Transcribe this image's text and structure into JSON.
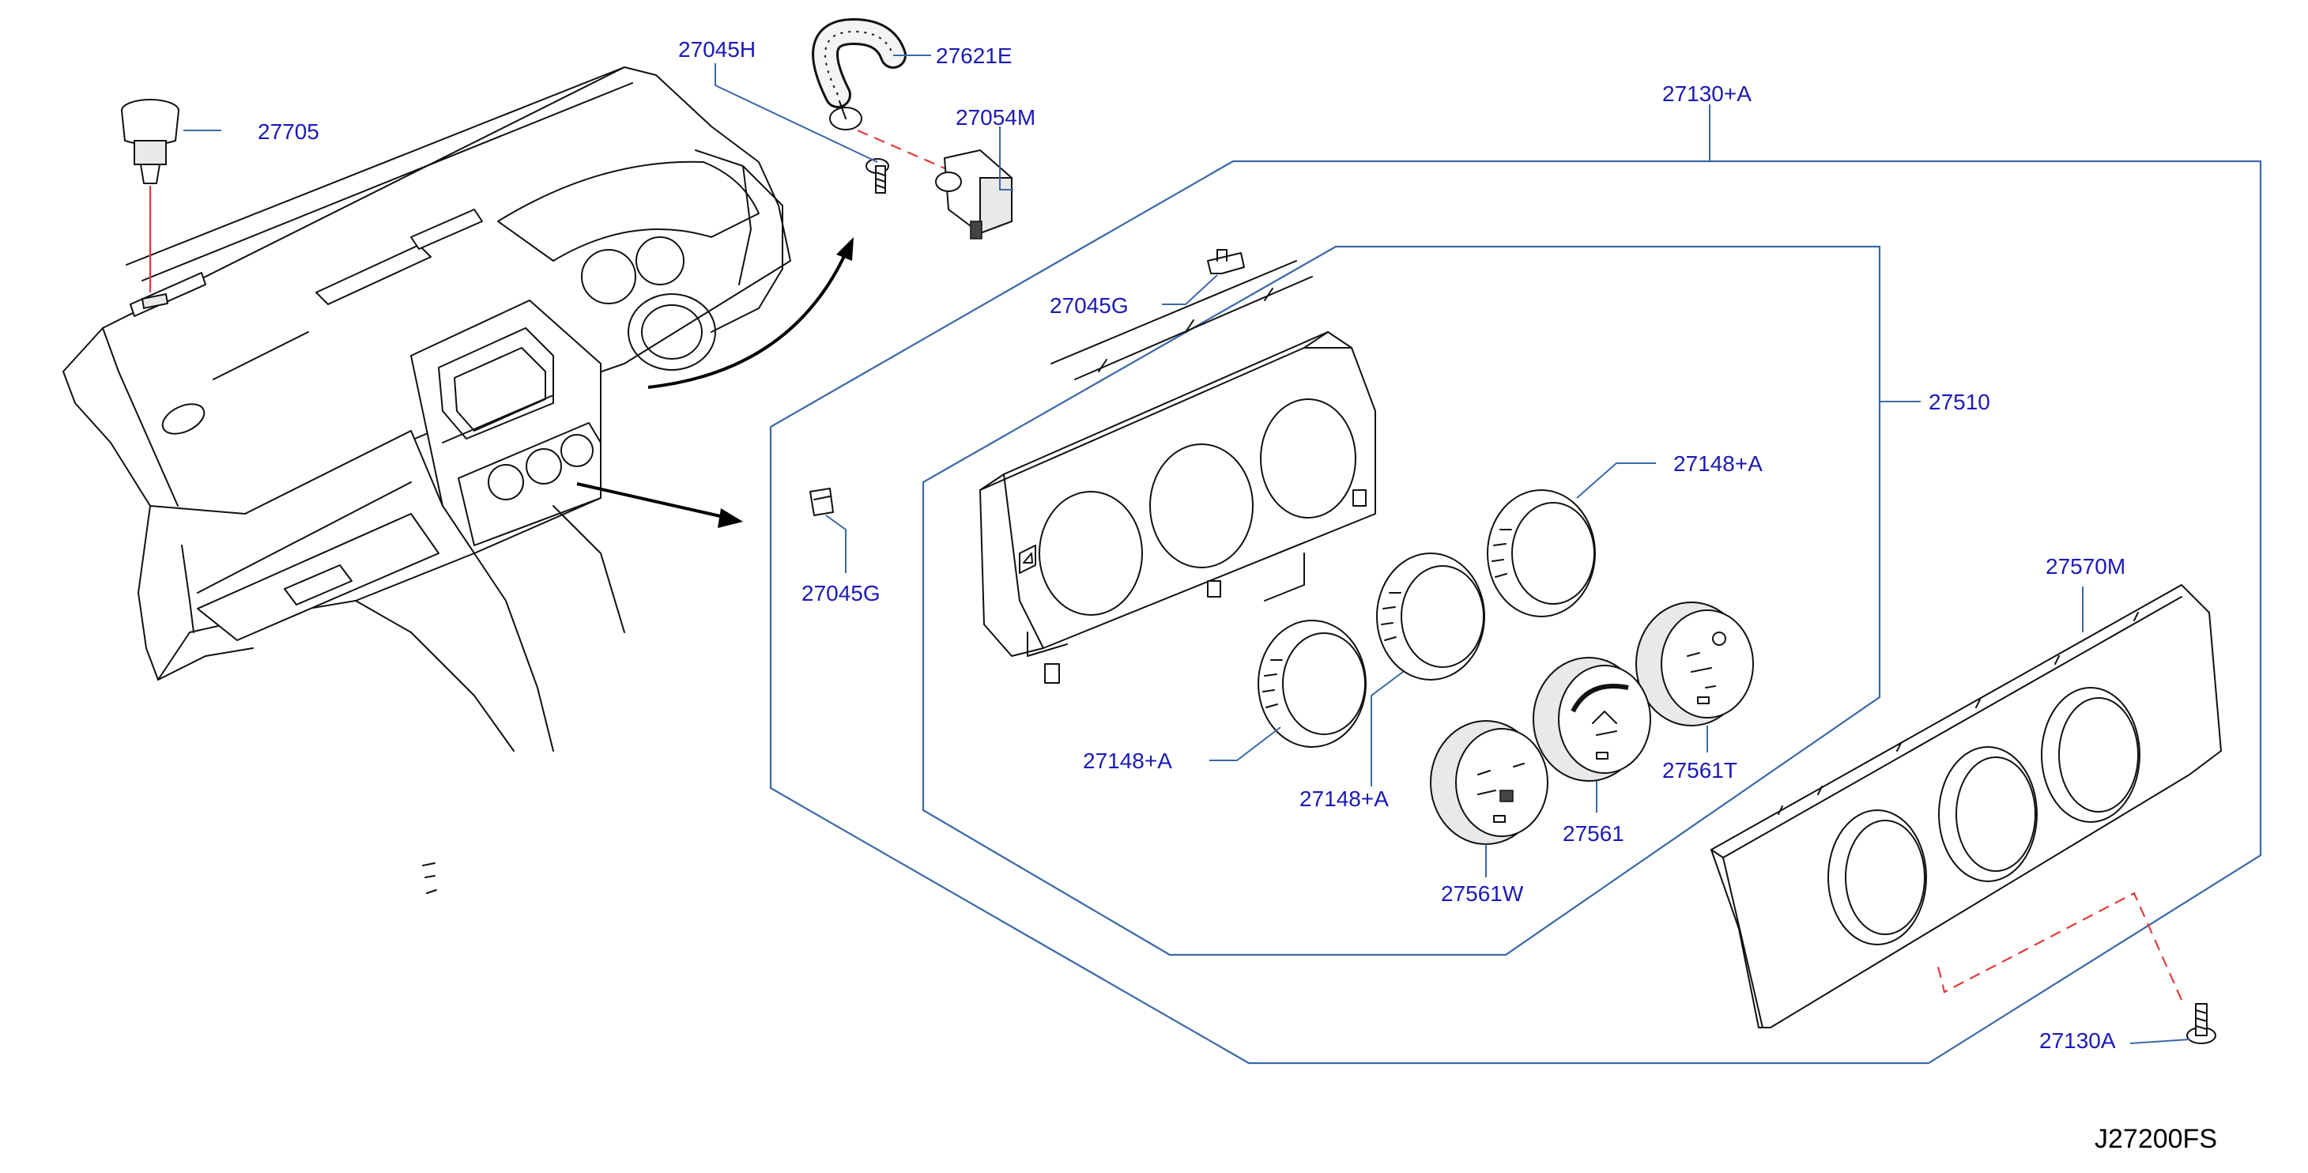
{
  "diagram": {
    "parts": [
      {
        "id": "p27705",
        "label": "27705"
      },
      {
        "id": "p27045H",
        "label": "27045H"
      },
      {
        "id": "p27621E",
        "label": "27621E"
      },
      {
        "id": "p27054M",
        "label": "27054M"
      },
      {
        "id": "p27130A_group",
        "label": "27130+A"
      },
      {
        "id": "p27045G_top",
        "label": "27045G"
      },
      {
        "id": "p27510",
        "label": "27510"
      },
      {
        "id": "p27148A_1",
        "label": "27148+A"
      },
      {
        "id": "p27045G_left",
        "label": "27045G"
      },
      {
        "id": "p27570M",
        "label": "27570M"
      },
      {
        "id": "p27148A_2",
        "label": "27148+A"
      },
      {
        "id": "p27148A_3",
        "label": "27148+A"
      },
      {
        "id": "p27561T",
        "label": "27561T"
      },
      {
        "id": "p27561",
        "label": "27561"
      },
      {
        "id": "p27561W",
        "label": "27561W"
      },
      {
        "id": "p27130A",
        "label": "27130A"
      }
    ],
    "drawing_code": "J27200FS",
    "colors": {
      "label": "#1a1ab8",
      "group_outline": "#3a68a8",
      "assembly_line": "#e23b3b",
      "line_art": "#111111"
    }
  }
}
